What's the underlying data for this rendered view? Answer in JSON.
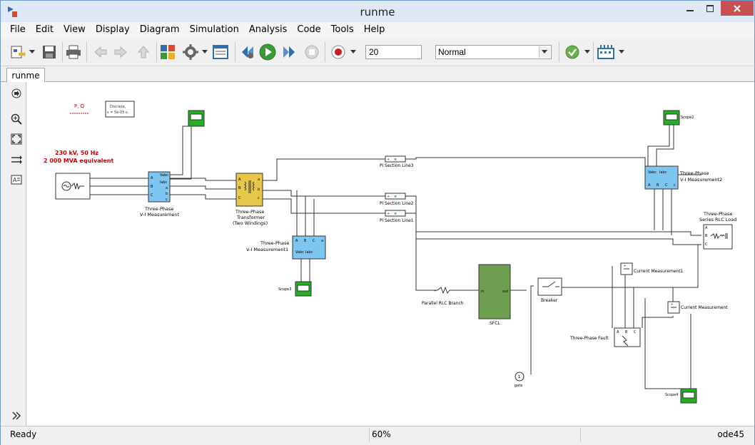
{
  "window": {
    "title": "runme"
  },
  "menu": [
    "File",
    "Edit",
    "View",
    "Display",
    "Diagram",
    "Simulation",
    "Analysis",
    "Code",
    "Tools",
    "Help"
  ],
  "toolbar": {
    "stop_time": "20",
    "sim_mode": "Normal"
  },
  "tabs": {
    "active": "runme"
  },
  "diagram": {
    "pq_label": "P, Q",
    "powergui_line1": "Discrete,",
    "powergui_line2": "s = 5e-05 s.",
    "source_label1": "230 kV, 50 Hz",
    "source_label2": "2 000 MVA equivalent",
    "vi_meas1_label1": "Three-Phase",
    "vi_meas1_label2": "V-I Measurement",
    "transformer_label1": "Three-Phase",
    "transformer_label2": "Transformer",
    "transformer_label3": "(Two Windings)",
    "vi_meas2_label1": "Three-Phase",
    "vi_meas2_label2": "V-I Measurement1",
    "vi_meas3_label1": "Three-Phase",
    "vi_meas3_label2": "V-I Measurement2",
    "scope3_label": "Scope3",
    "scope2_label": "Scope2",
    "scope4_label": "Scope4",
    "pi_line3": "Pi Section Line3",
    "pi_line2": "Pi Section Line2",
    "pi_line1": "Pi Section Line1",
    "load_label1": "Three-Phase",
    "load_label2": "Series RLC Load",
    "rlc_label": "Parallel RLC Branch",
    "sfcl_label": "SFCL",
    "sfcl_in": "in",
    "sfcl_out": "out",
    "breaker_label": "Breaker",
    "cm1_label": "Current Measurement1",
    "cm_label": "Current Measurement",
    "fault_label": "Three-Phase Fault",
    "gate_label": "gate",
    "gate_num": "1"
  },
  "status": {
    "ready": "Ready",
    "zoom": "60%",
    "solver": "ode45"
  }
}
